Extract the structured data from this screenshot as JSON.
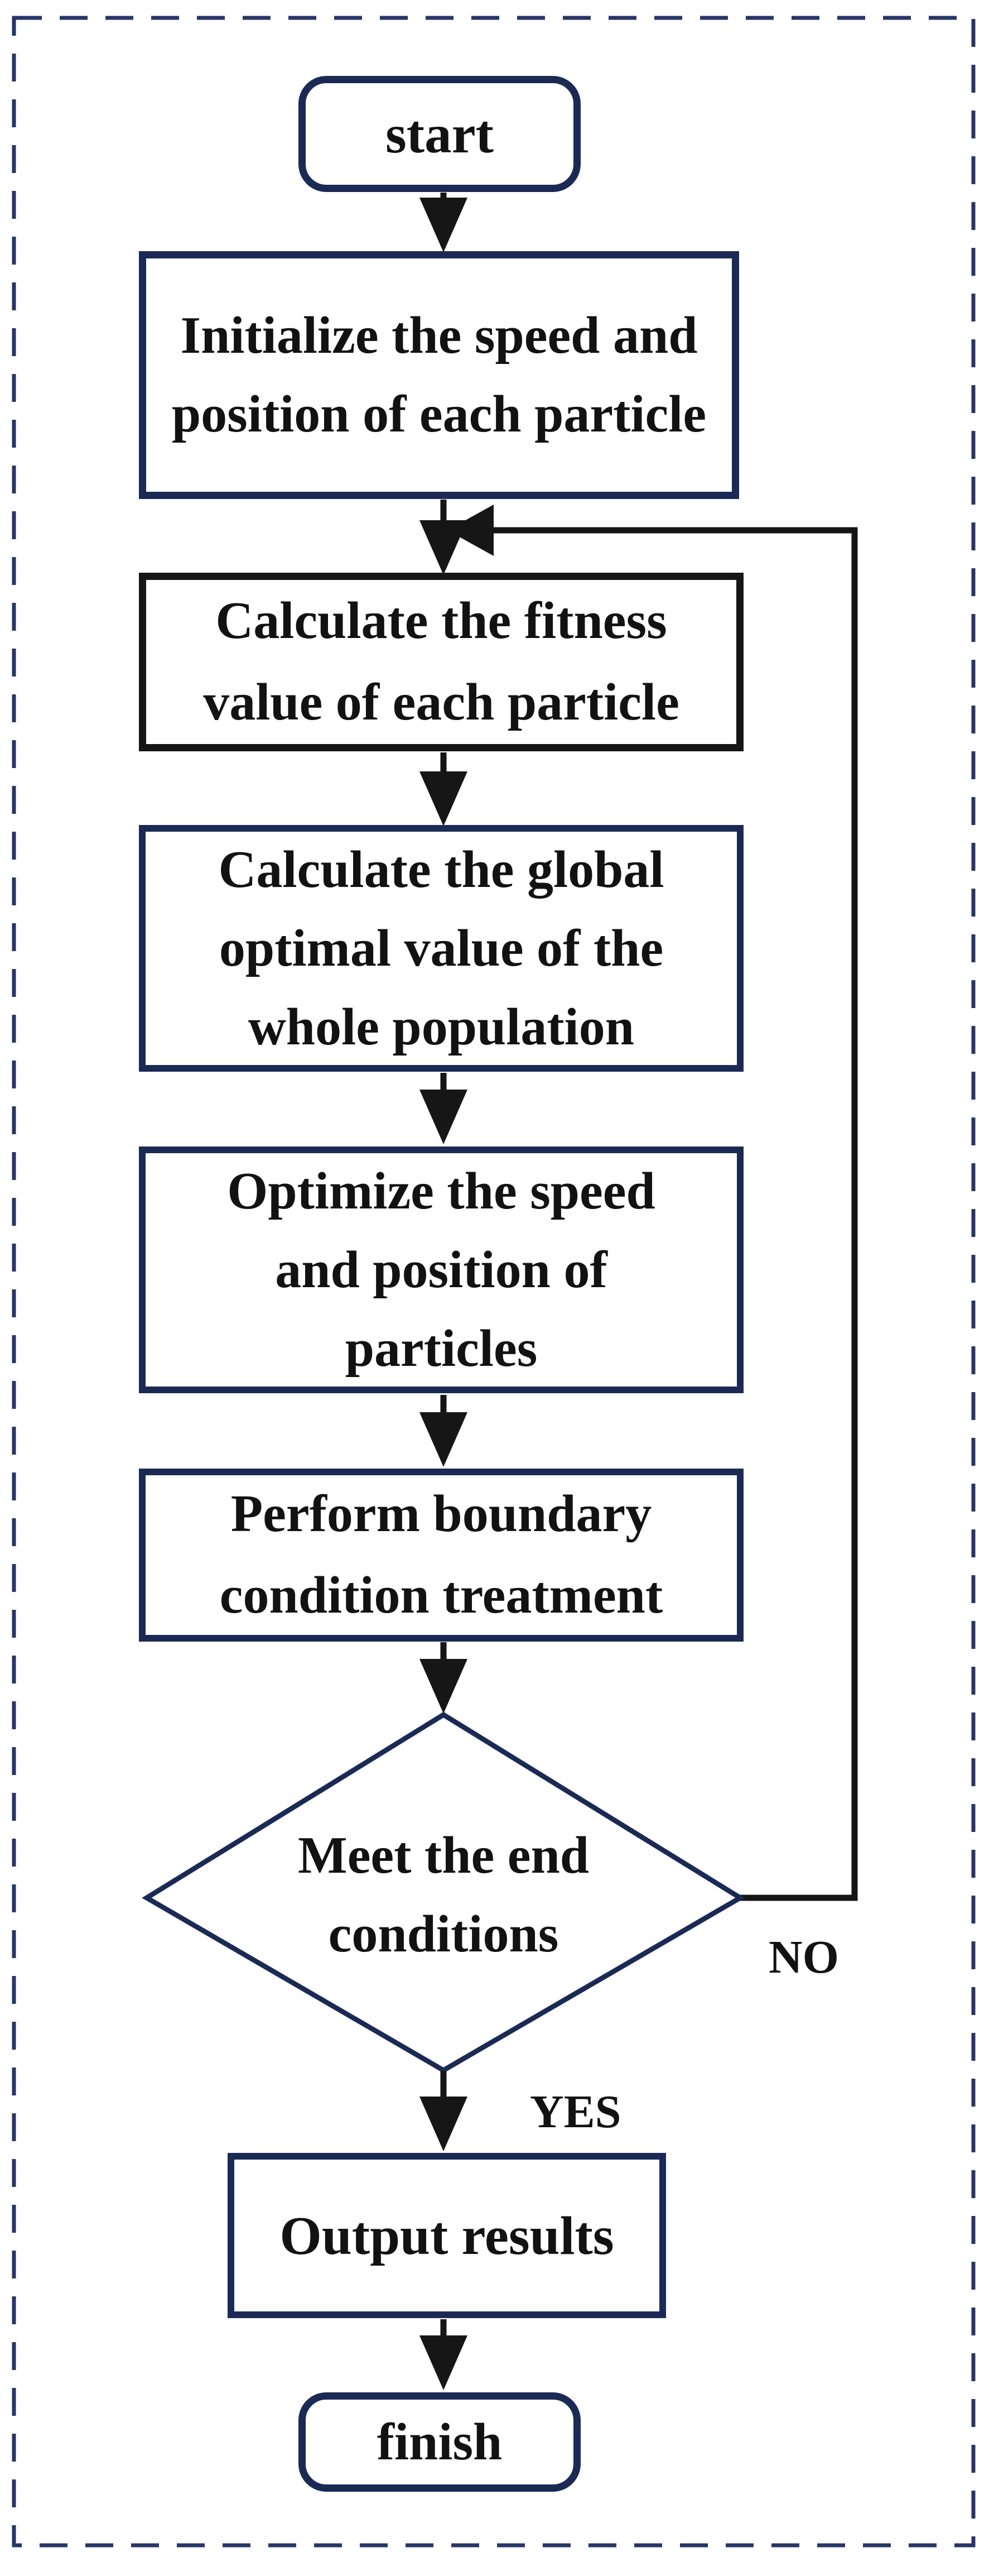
{
  "colors": {
    "navy": "#1b2a55",
    "frame": "#273569",
    "line": "#161616",
    "ink": "#121212",
    "background": "#ffffff"
  },
  "nodes": {
    "start": {
      "label": "start",
      "shape": "rounded"
    },
    "initialize": {
      "label": "Initialize the speed and position of each particle",
      "shape": "rect"
    },
    "fitness": {
      "label": "Calculate the fitness value of each particle",
      "shape": "rect"
    },
    "global": {
      "label": "Calculate the global optimal value of the whole population",
      "shape": "rect"
    },
    "optimize": {
      "label": "Optimize the speed and position of particles",
      "shape": "rect"
    },
    "boundary": {
      "label": "Perform boundary condition treatment",
      "shape": "rect"
    },
    "decision": {
      "label": "Meet the end conditions",
      "shape": "diamond"
    },
    "output": {
      "label": "Output results",
      "shape": "rect"
    },
    "finish": {
      "label": "finish",
      "shape": "rounded"
    }
  },
  "edges": {
    "yes_label": "YES",
    "no_label": "NO",
    "connections": [
      {
        "from": "start",
        "to": "initialize"
      },
      {
        "from": "initialize",
        "to": "fitness"
      },
      {
        "from": "fitness",
        "to": "global"
      },
      {
        "from": "global",
        "to": "optimize"
      },
      {
        "from": "optimize",
        "to": "boundary"
      },
      {
        "from": "boundary",
        "to": "decision"
      },
      {
        "from": "decision",
        "to": "output",
        "label": "YES"
      },
      {
        "from": "decision",
        "to": "fitness",
        "label": "NO"
      },
      {
        "from": "output",
        "to": "finish"
      }
    ]
  }
}
